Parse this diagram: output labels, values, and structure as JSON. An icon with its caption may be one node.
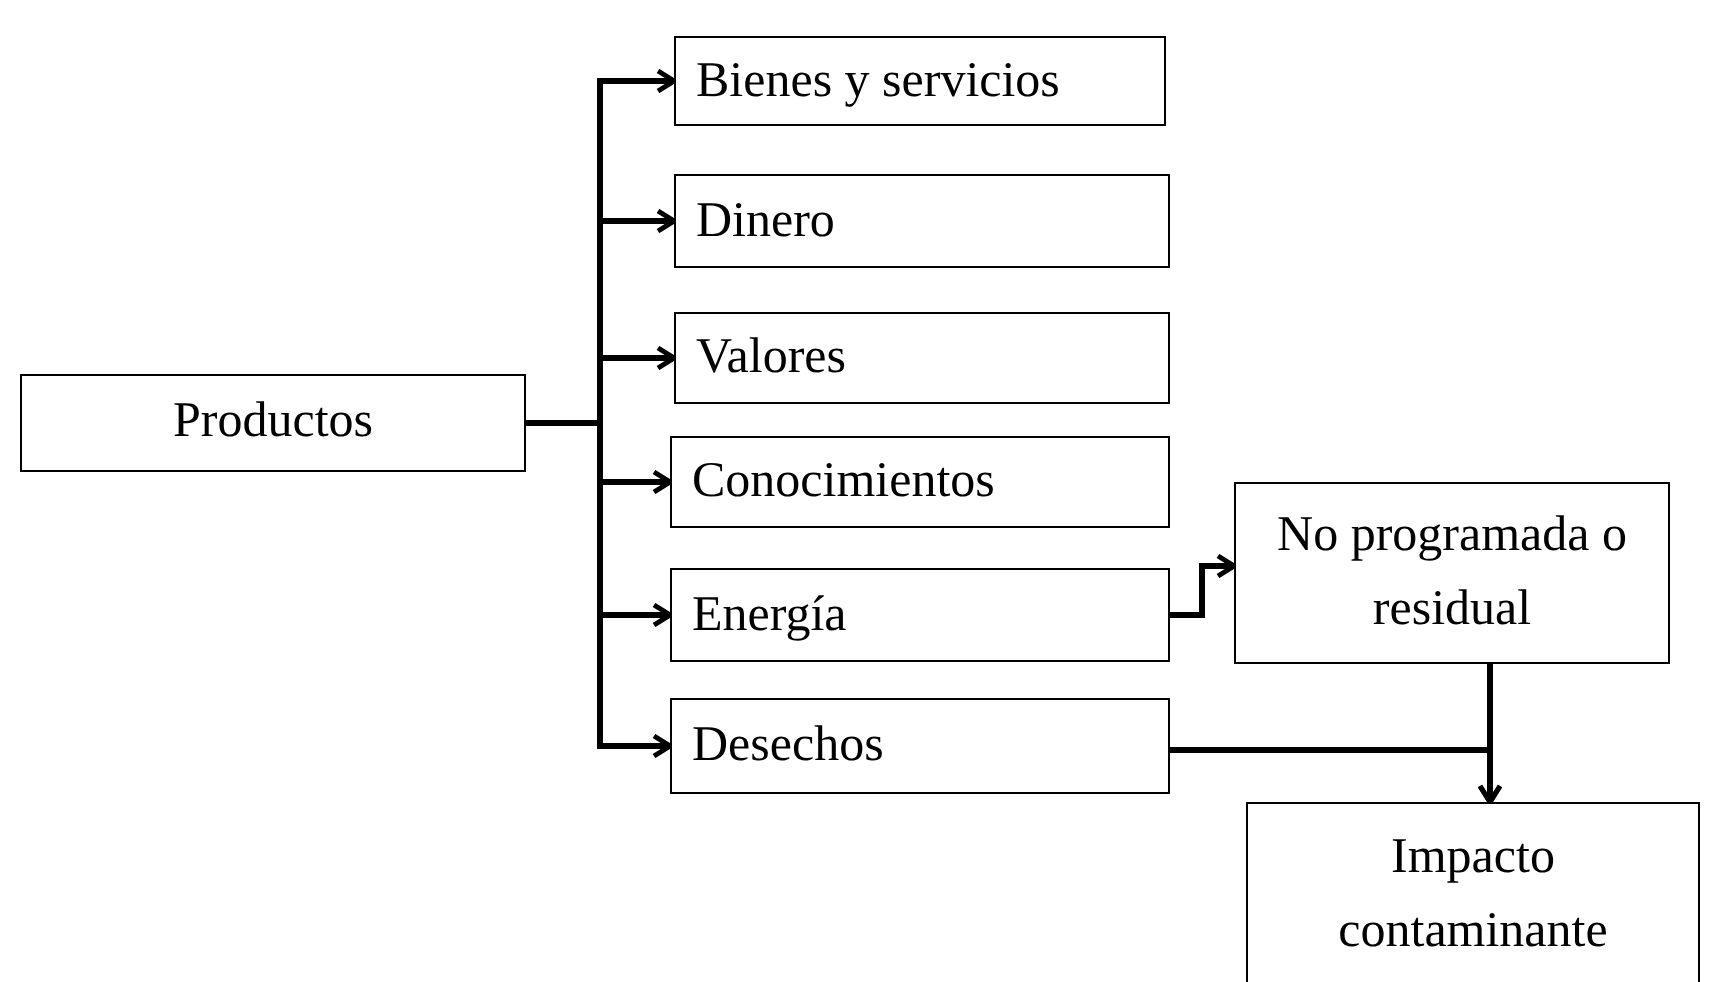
{
  "diagram": {
    "nodes": [
      {
        "text": [
          "Productos"
        ]
      },
      {
        "text": [
          "Bienes y servicios"
        ]
      },
      {
        "text": [
          "Dinero"
        ]
      },
      {
        "text": [
          "Valores"
        ]
      },
      {
        "text": [
          "Conocimientos"
        ]
      },
      {
        "text": [
          "Energía"
        ]
      },
      {
        "text": [
          "Desechos"
        ]
      },
      {
        "text": [
          "No programada o residual"
        ]
      },
      {
        "text": [
          "Impacto contaminante"
        ]
      }
    ],
    "edges": [
      {
        "from": 0,
        "to": 1,
        "arrow": "to"
      },
      {
        "from": 0,
        "to": 2,
        "arrow": "to"
      },
      {
        "from": 0,
        "to": 3,
        "arrow": "to"
      },
      {
        "from": 0,
        "to": 4,
        "arrow": "to"
      },
      {
        "from": 0,
        "to": 5,
        "arrow": "to"
      },
      {
        "from": 0,
        "to": 6,
        "arrow": "to"
      },
      {
        "from": 5,
        "to": 7,
        "arrow": "to"
      },
      {
        "from": 6,
        "to": 8,
        "arrow": "to"
      },
      {
        "from": 7,
        "to": 8,
        "arrow": "to"
      }
    ]
  }
}
